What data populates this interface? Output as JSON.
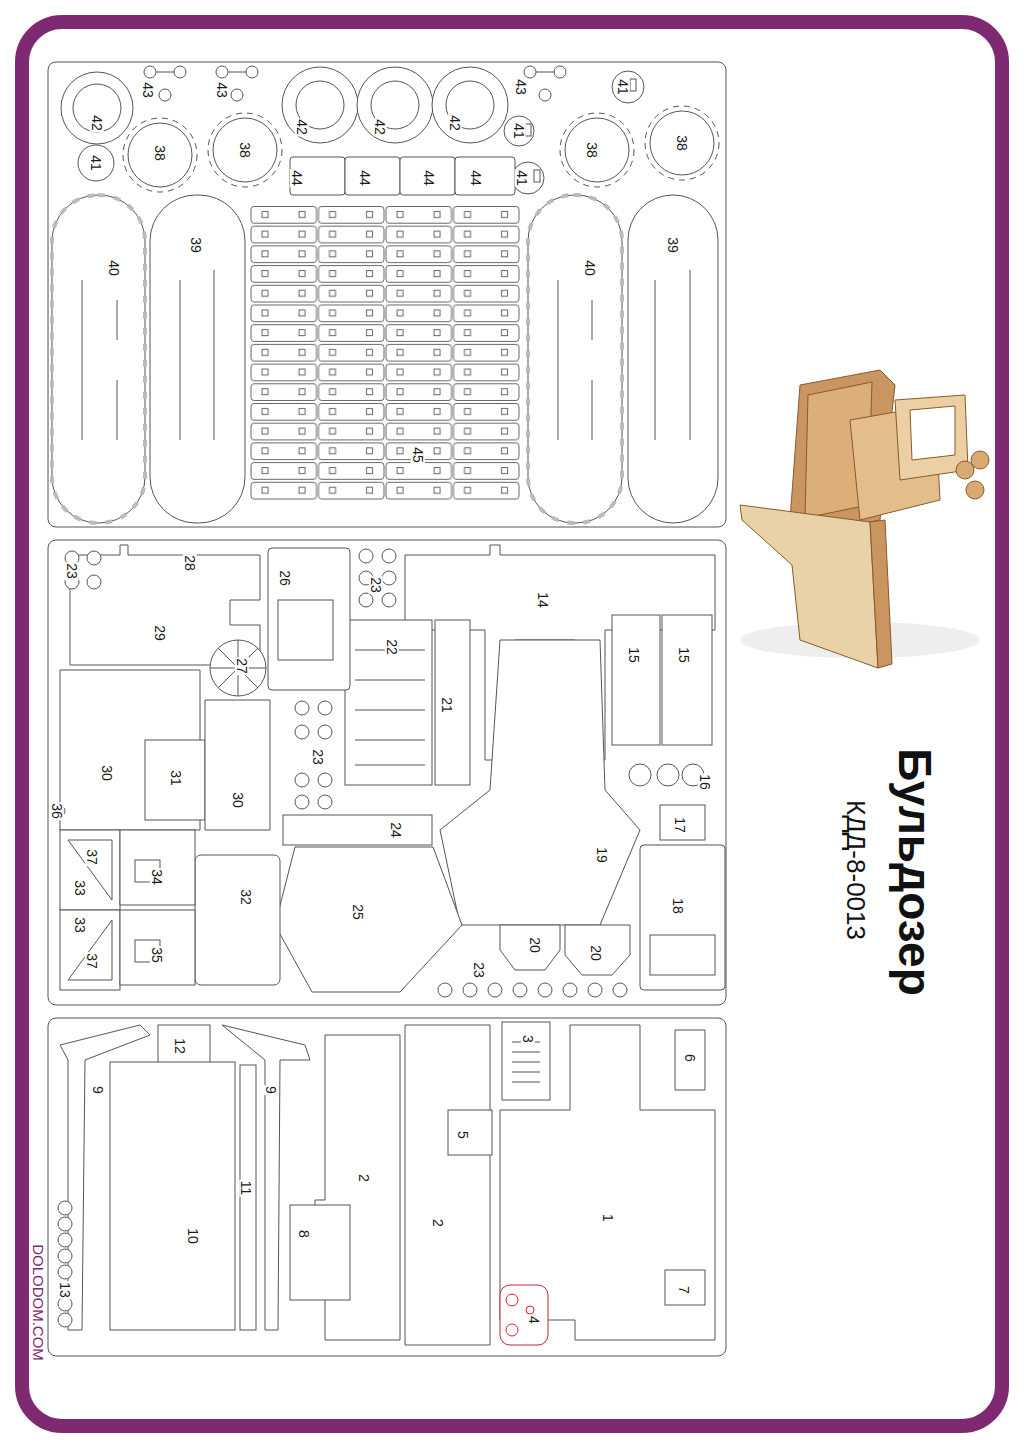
{
  "diagram": {
    "title": "Бульдозер",
    "labels": [
      "КДД-8-0013",
      "DOLODOM.COM",
      "43",
      "43",
      "43",
      "42",
      "42",
      "42",
      "42",
      "41",
      "41",
      "41",
      "41",
      "38",
      "38",
      "38",
      "38",
      "44",
      "44",
      "44",
      "44",
      "40",
      "39",
      "40",
      "39",
      "45",
      "23",
      "28",
      "26",
      "23",
      "14",
      "29",
      "22",
      "27",
      "15",
      "15",
      "21",
      "23",
      "30",
      "31",
      "30",
      "16",
      "36",
      "24",
      "17",
      "37",
      "34",
      "19",
      "33",
      "32",
      "25",
      "18",
      "33",
      "20",
      "20",
      "37",
      "35",
      "23",
      "12",
      "3",
      "6",
      "9",
      "9",
      "5",
      "2",
      "11",
      "2",
      "1",
      "8",
      "10",
      "13",
      "7",
      "4"
    ]
  }
}
